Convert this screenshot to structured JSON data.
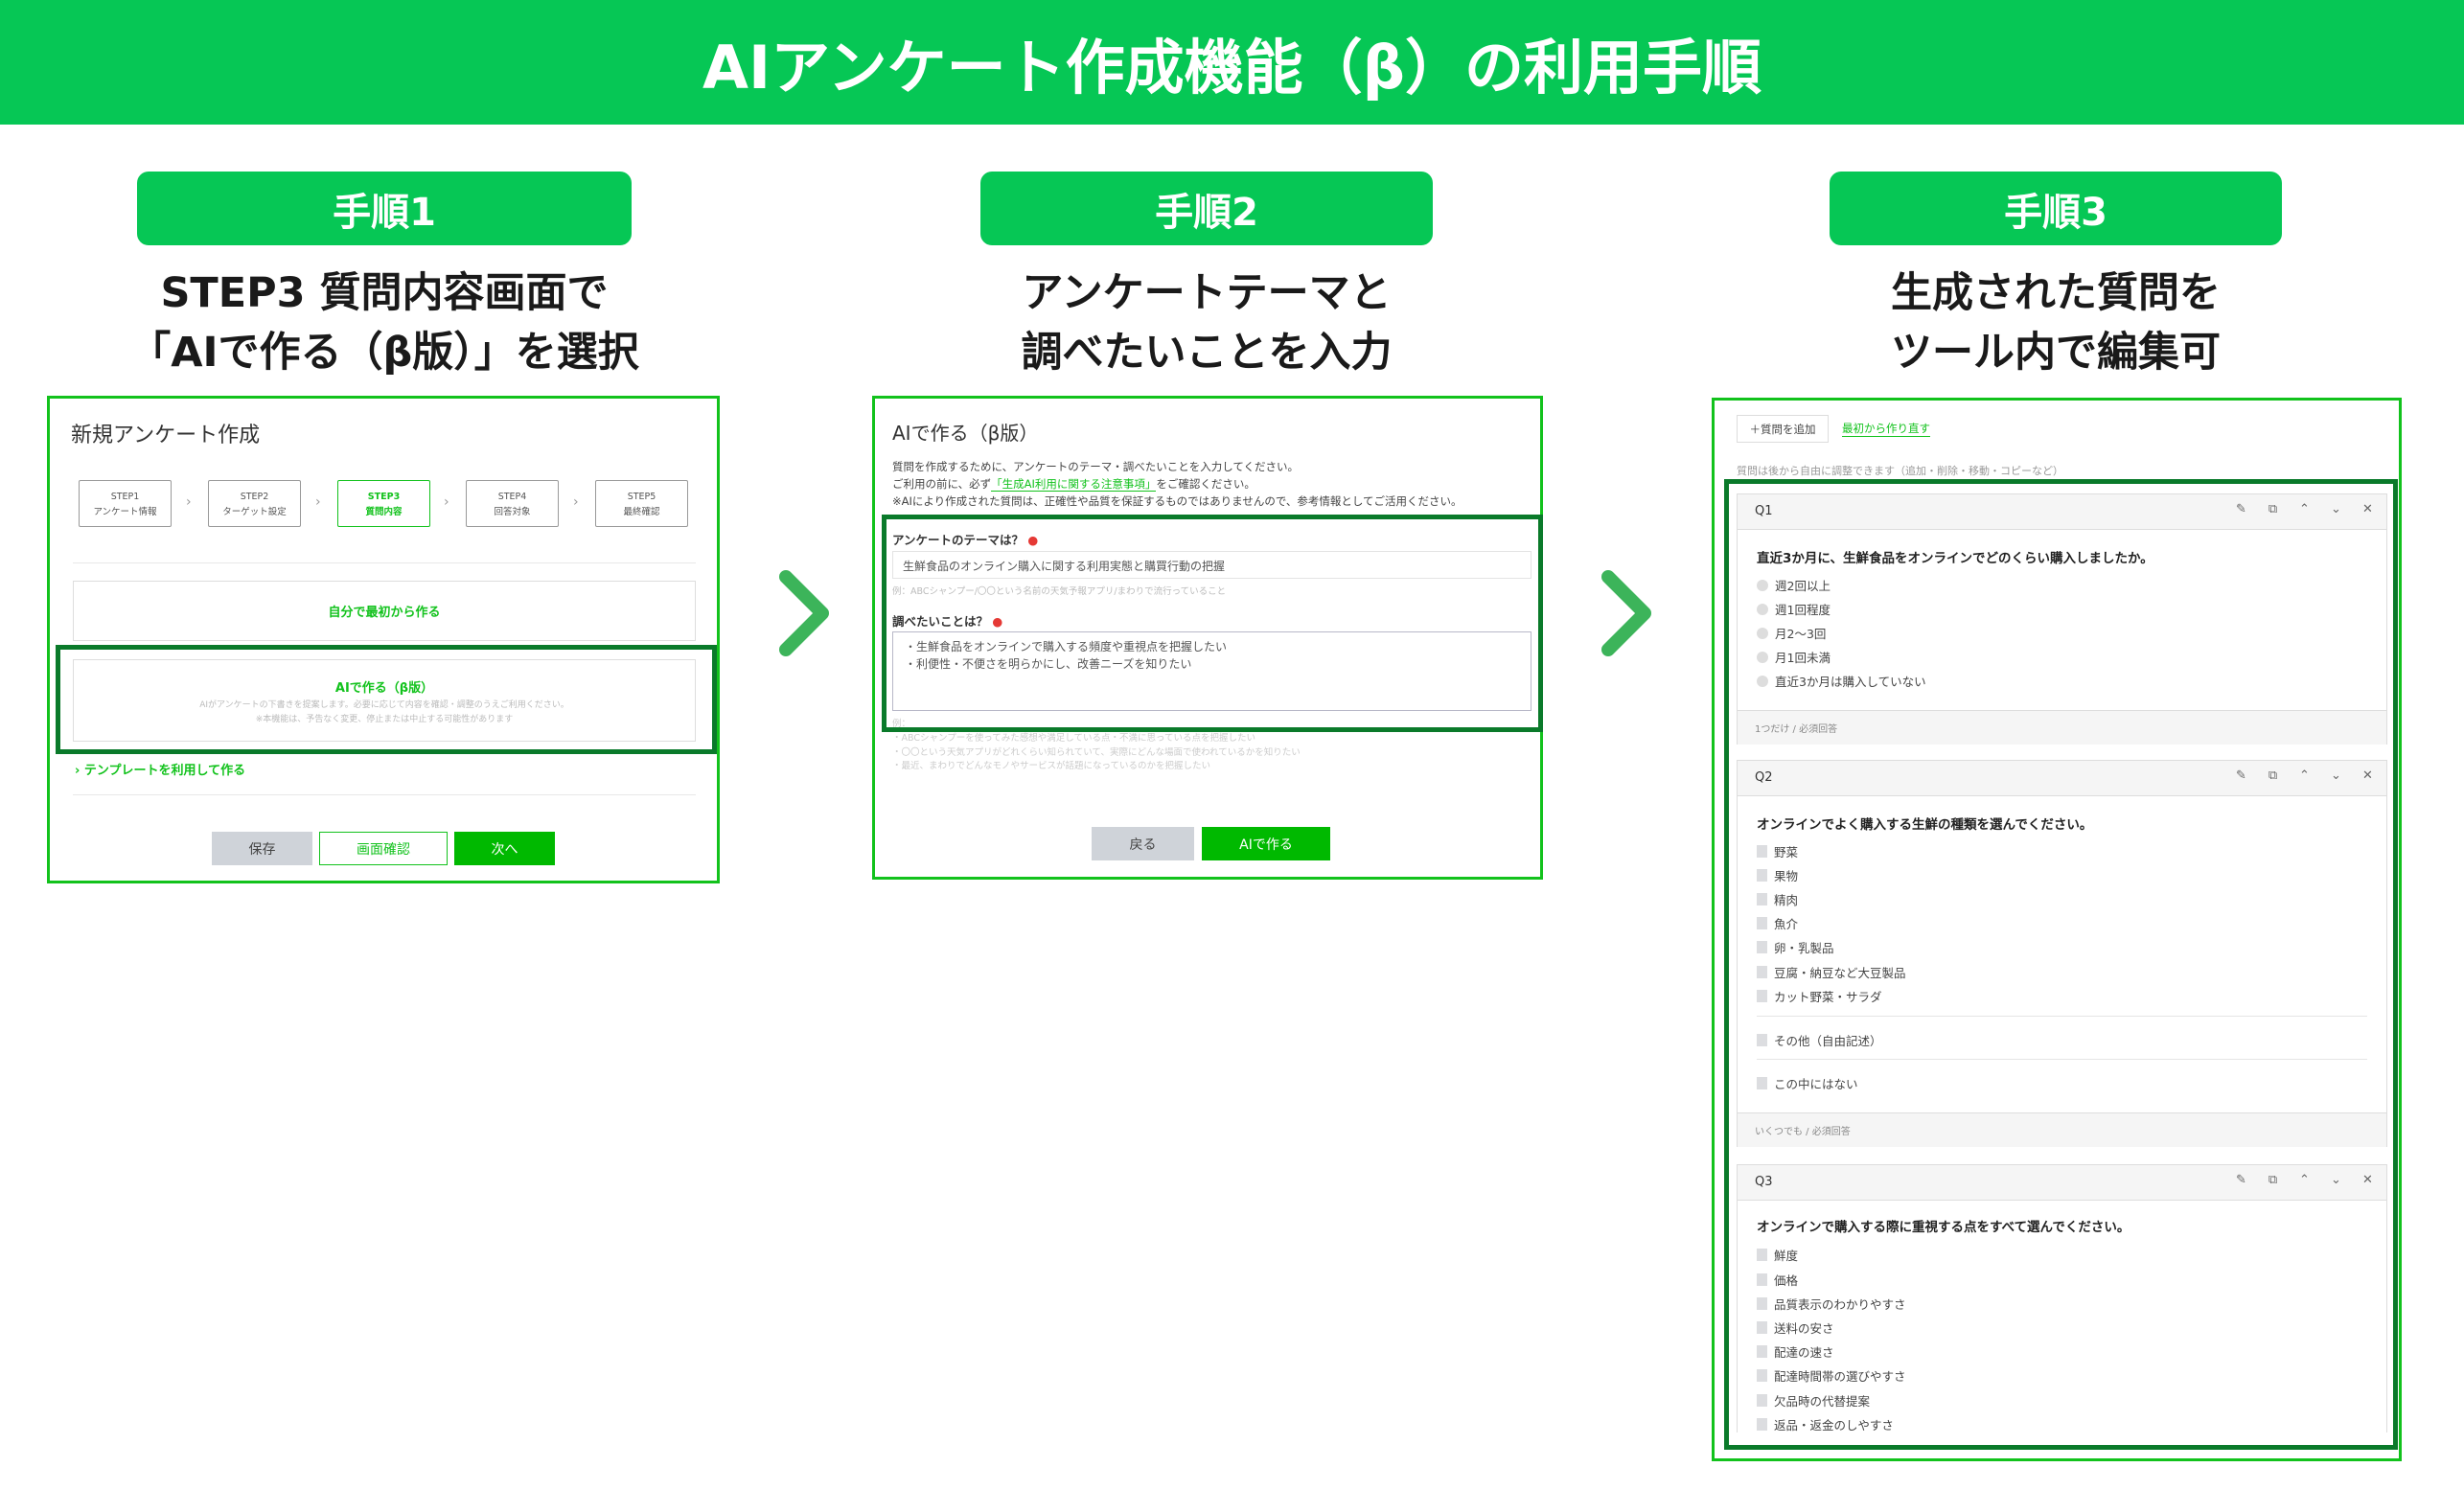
{
  "header": {
    "title": "AIアンケート作成機能（β）の利用手順"
  },
  "colors": {
    "brand": "#06c755",
    "button_green": "#00b900",
    "panel_border": "#12c21c",
    "highlight": "#0a7a2a",
    "arrow": "#3cb45a"
  },
  "steps": [
    {
      "badge": "手順1",
      "caption": [
        "STEP3 質問内容画面で",
        "「AIで作る（β版）」を選択"
      ]
    },
    {
      "badge": "手順2",
      "caption": [
        "アンケートテーマと",
        "調べたいことを入力"
      ]
    },
    {
      "badge": "手順3",
      "caption": [
        "生成された質問を",
        "ツール内で編集可"
      ]
    }
  ],
  "panel1": {
    "title": "新規アンケート作成",
    "wizard": [
      {
        "step": "STEP1",
        "label": "アンケート情報"
      },
      {
        "step": "STEP2",
        "label": "ターゲット設定"
      },
      {
        "step": "STEP3",
        "label": "質問内容"
      },
      {
        "step": "STEP4",
        "label": "回答対象"
      },
      {
        "step": "STEP5",
        "label": "最終確認"
      }
    ],
    "from_scratch": "自分で最初から作る",
    "ai_option": {
      "title": "AIで作る（β版）",
      "desc1": "AIがアンケートの下書きを提案します。必要に応じて内容を確認・調整のうえご利用ください。",
      "desc2": "※本機能は、予告なく変更、停止または中止する可能性があります"
    },
    "template_link": "テンプレートを利用して作る",
    "buttons": {
      "save": "保存",
      "preview": "画面確認",
      "next": "次へ"
    }
  },
  "panel2": {
    "title": "AIで作る（β版）",
    "intro1": "質問を作成するために、アンケートのテーマ・調べたいことを入力してください。",
    "intro2_pre": "ご利用の前に、必ず",
    "intro2_link": "「生成AI利用に関する注意事項」",
    "intro2_post": "をご確認ください。",
    "intro3": "※AIにより作成された質問は、正確性や品質を保証するものではありませんので、参考情報としてご活用ください。",
    "theme_label": "アンケートのテーマは？",
    "theme_value": "生鮮食品のオンライン購入に関する利用実態と購買行動の把握",
    "theme_hint": "例：ABCシャンプー/〇〇という名前の天気予報アプリ/まわりで流行っていること",
    "goal_label": "調べたいことは？",
    "goal_lines": [
      "・生鮮食品をオンラインで購入する頻度や重視点を把握したい",
      "・利便性・不便さを明らかにし、改善ニーズを知りたい"
    ],
    "goal_hint_title": "例：",
    "goal_hints": [
      "・ABCシャンプーを使ってみた感想や満足している点・不満に思っている点を把握したい",
      "・〇〇という天気アプリがどれくらい知られていて、実際にどんな場面で使われているかを知りたい",
      "・最近、まわりでどんなモノやサービスが話題になっているのかを把握したい"
    ],
    "buttons": {
      "back": "戻る",
      "generate": "AIで作る"
    }
  },
  "panel3": {
    "add_question": "＋質問を追加",
    "restart": "最初から作り直す",
    "note": "質問は後から自由に調整できます（追加・削除・移動・コピーなど）",
    "questions": [
      {
        "num": "Q1",
        "text": "直近3か月に、生鮮食品をオンラインでどのくらい購入しましたか。",
        "type": "radio",
        "options": [
          "週2回以上",
          "週1回程度",
          "月2〜3回",
          "月1回未満",
          "直近3か月は購入していない"
        ],
        "footer": "1つだけ / 必須回答"
      },
      {
        "num": "Q2",
        "text": "オンラインでよく購入する生鮮の種類を選んでください。",
        "type": "checkbox",
        "options": [
          "野菜",
          "果物",
          "精肉",
          "魚介",
          "卵・乳製品",
          "豆腐・納豆など大豆製品",
          "カット野菜・サラダ"
        ],
        "other": "その他（自由記述）",
        "none": "この中にはない",
        "footer": "いくつでも / 必須回答"
      },
      {
        "num": "Q3",
        "text": "オンラインで購入する際に重視する点をすべて選んでください。",
        "type": "checkbox",
        "options": [
          "鮮度",
          "価格",
          "品質表示のわかりやすさ",
          "送料の安さ",
          "配達の速さ",
          "配達時間帯の選びやすさ",
          "欠品時の代替提案",
          "返品・返金のしやすさ"
        ]
      }
    ]
  }
}
